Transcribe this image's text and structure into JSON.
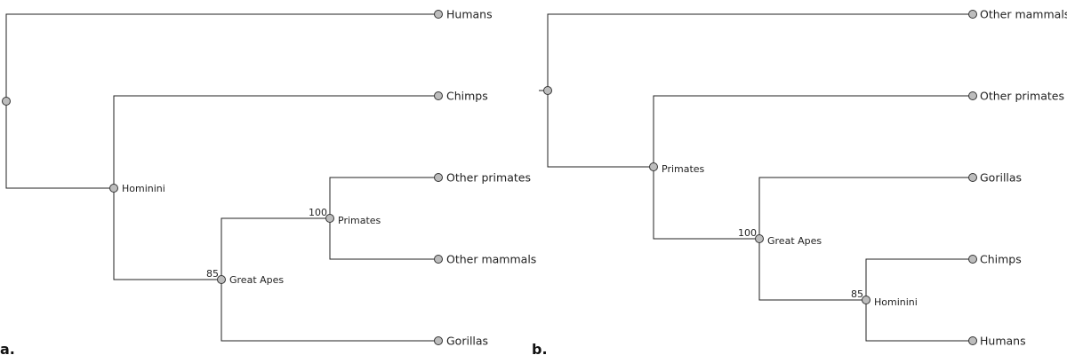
{
  "colors": {
    "node_fill": "#bdbdbd",
    "line": "#222222"
  },
  "panels": [
    {
      "letter": "a.",
      "leaves": [
        "Humans",
        "Chimps",
        "Other primates",
        "Other mammals",
        "Gorillas"
      ],
      "internal_nodes": [
        {
          "label": "",
          "support": ""
        },
        {
          "label": "Hominini",
          "support": ""
        },
        {
          "label": "Great Apes",
          "support": "85"
        },
        {
          "label": "Primates",
          "support": "100"
        }
      ]
    },
    {
      "letter": "b.",
      "leaves": [
        "Other mammals",
        "Other primates",
        "Gorillas",
        "Chimps",
        "Humans"
      ],
      "internal_nodes": [
        {
          "label": "",
          "support": ""
        },
        {
          "label": "Primates",
          "support": ""
        },
        {
          "label": "Great Apes",
          "support": "100"
        },
        {
          "label": "Hominini",
          "support": "85"
        }
      ]
    }
  ]
}
